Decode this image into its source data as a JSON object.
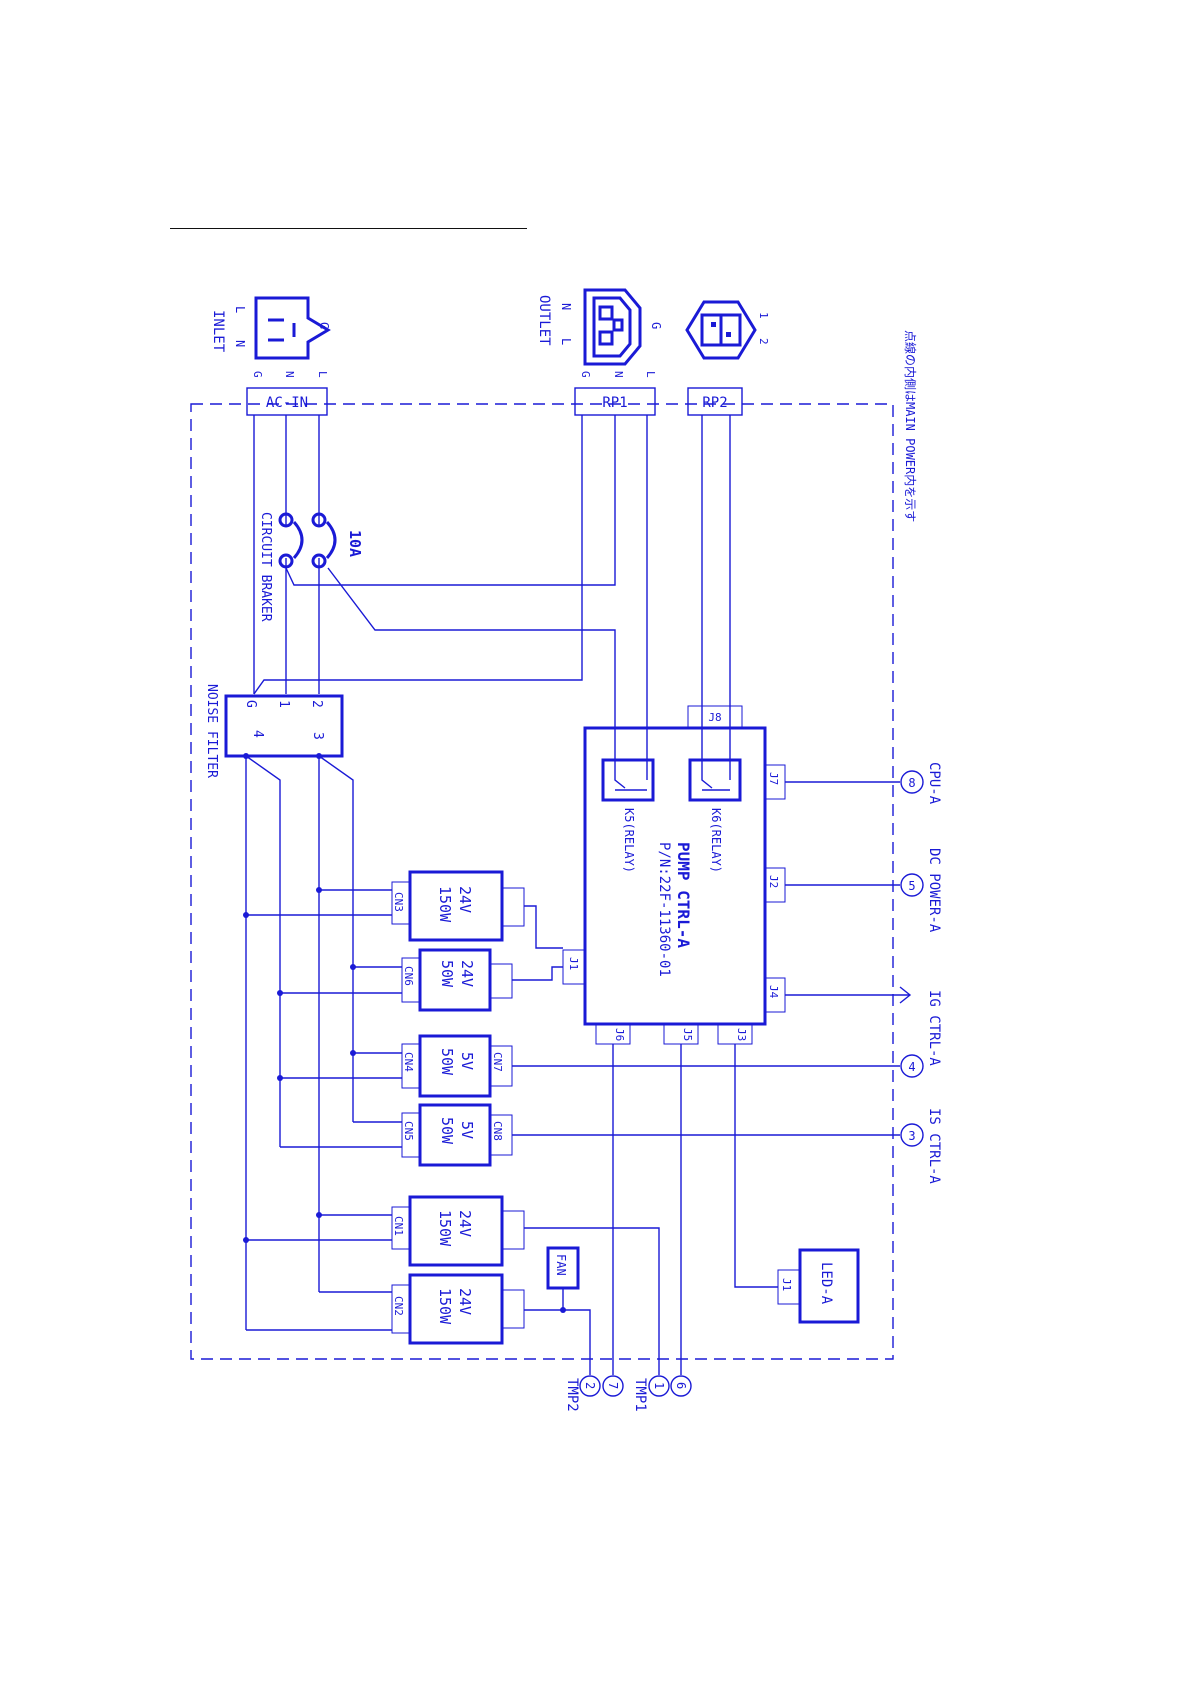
{
  "colors": {
    "line": "#1a1ad6"
  },
  "note": "点線の内側はMAIN POWER内を示す",
  "connectors": {
    "inlet": {
      "label": "INLET",
      "pins": [
        "L",
        "N",
        "G"
      ]
    },
    "outlet": {
      "label": "OUTLET",
      "pins": [
        "N",
        "L",
        "G"
      ]
    },
    "rp2_plug": {
      "pins": [
        "1",
        "2"
      ]
    },
    "ac_in": {
      "label": "AC-IN",
      "pins": [
        "G",
        "N",
        "L"
      ]
    },
    "rp1": {
      "label": "RP1",
      "pins": [
        "G",
        "N",
        "L"
      ]
    },
    "rp2": {
      "label": "RP2"
    }
  },
  "breaker": {
    "rating": "10A",
    "label": "CIRCUIT BRAKER"
  },
  "noise_filter": {
    "label": "NOISE FILTER",
    "pins": [
      "G",
      "1",
      "2",
      "4",
      "3"
    ]
  },
  "pump_ctrl": {
    "name": "PUMP CTRL-A",
    "pn": "P/N:22F-11360-01",
    "relay_k6": "K6(RELAY)",
    "relay_k5": "K5(RELAY)",
    "jacks": {
      "j8": "J8",
      "j7": "J7",
      "j2": "J2",
      "j4": "J4",
      "j1": "J1",
      "j6": "J6",
      "j5": "J5",
      "j3": "J3"
    }
  },
  "psus": [
    {
      "volts": "24V",
      "watts": "150W",
      "in": "CN3",
      "out": ""
    },
    {
      "volts": "24V",
      "watts": "50W",
      "in": "CN6",
      "out": ""
    },
    {
      "volts": "5V",
      "watts": "50W",
      "in": "CN4",
      "out": "CN7"
    },
    {
      "volts": "5V",
      "watts": "50W",
      "in": "CN5",
      "out": "CN8"
    },
    {
      "volts": "24V",
      "watts": "150W",
      "in": "CN1",
      "out": ""
    },
    {
      "volts": "24V",
      "watts": "150W",
      "in": "CN2",
      "out": ""
    }
  ],
  "fan": "FAN",
  "led": {
    "name": "LED-A",
    "jack": "J1"
  },
  "external": {
    "cpu": {
      "num": "8",
      "label": "CPU-A"
    },
    "dcpower": {
      "num": "5",
      "label": "DC POWER-A"
    },
    "igctrl": {
      "num": "4",
      "label": "IG CTRL-A"
    },
    "isctrl": {
      "num": "3",
      "label": "IS CTRL-A"
    },
    "tmp1": {
      "label": "TMP1",
      "nums": [
        "6",
        "1"
      ]
    },
    "tmp2": {
      "label": "TMP2",
      "nums": [
        "7",
        "2"
      ]
    }
  }
}
